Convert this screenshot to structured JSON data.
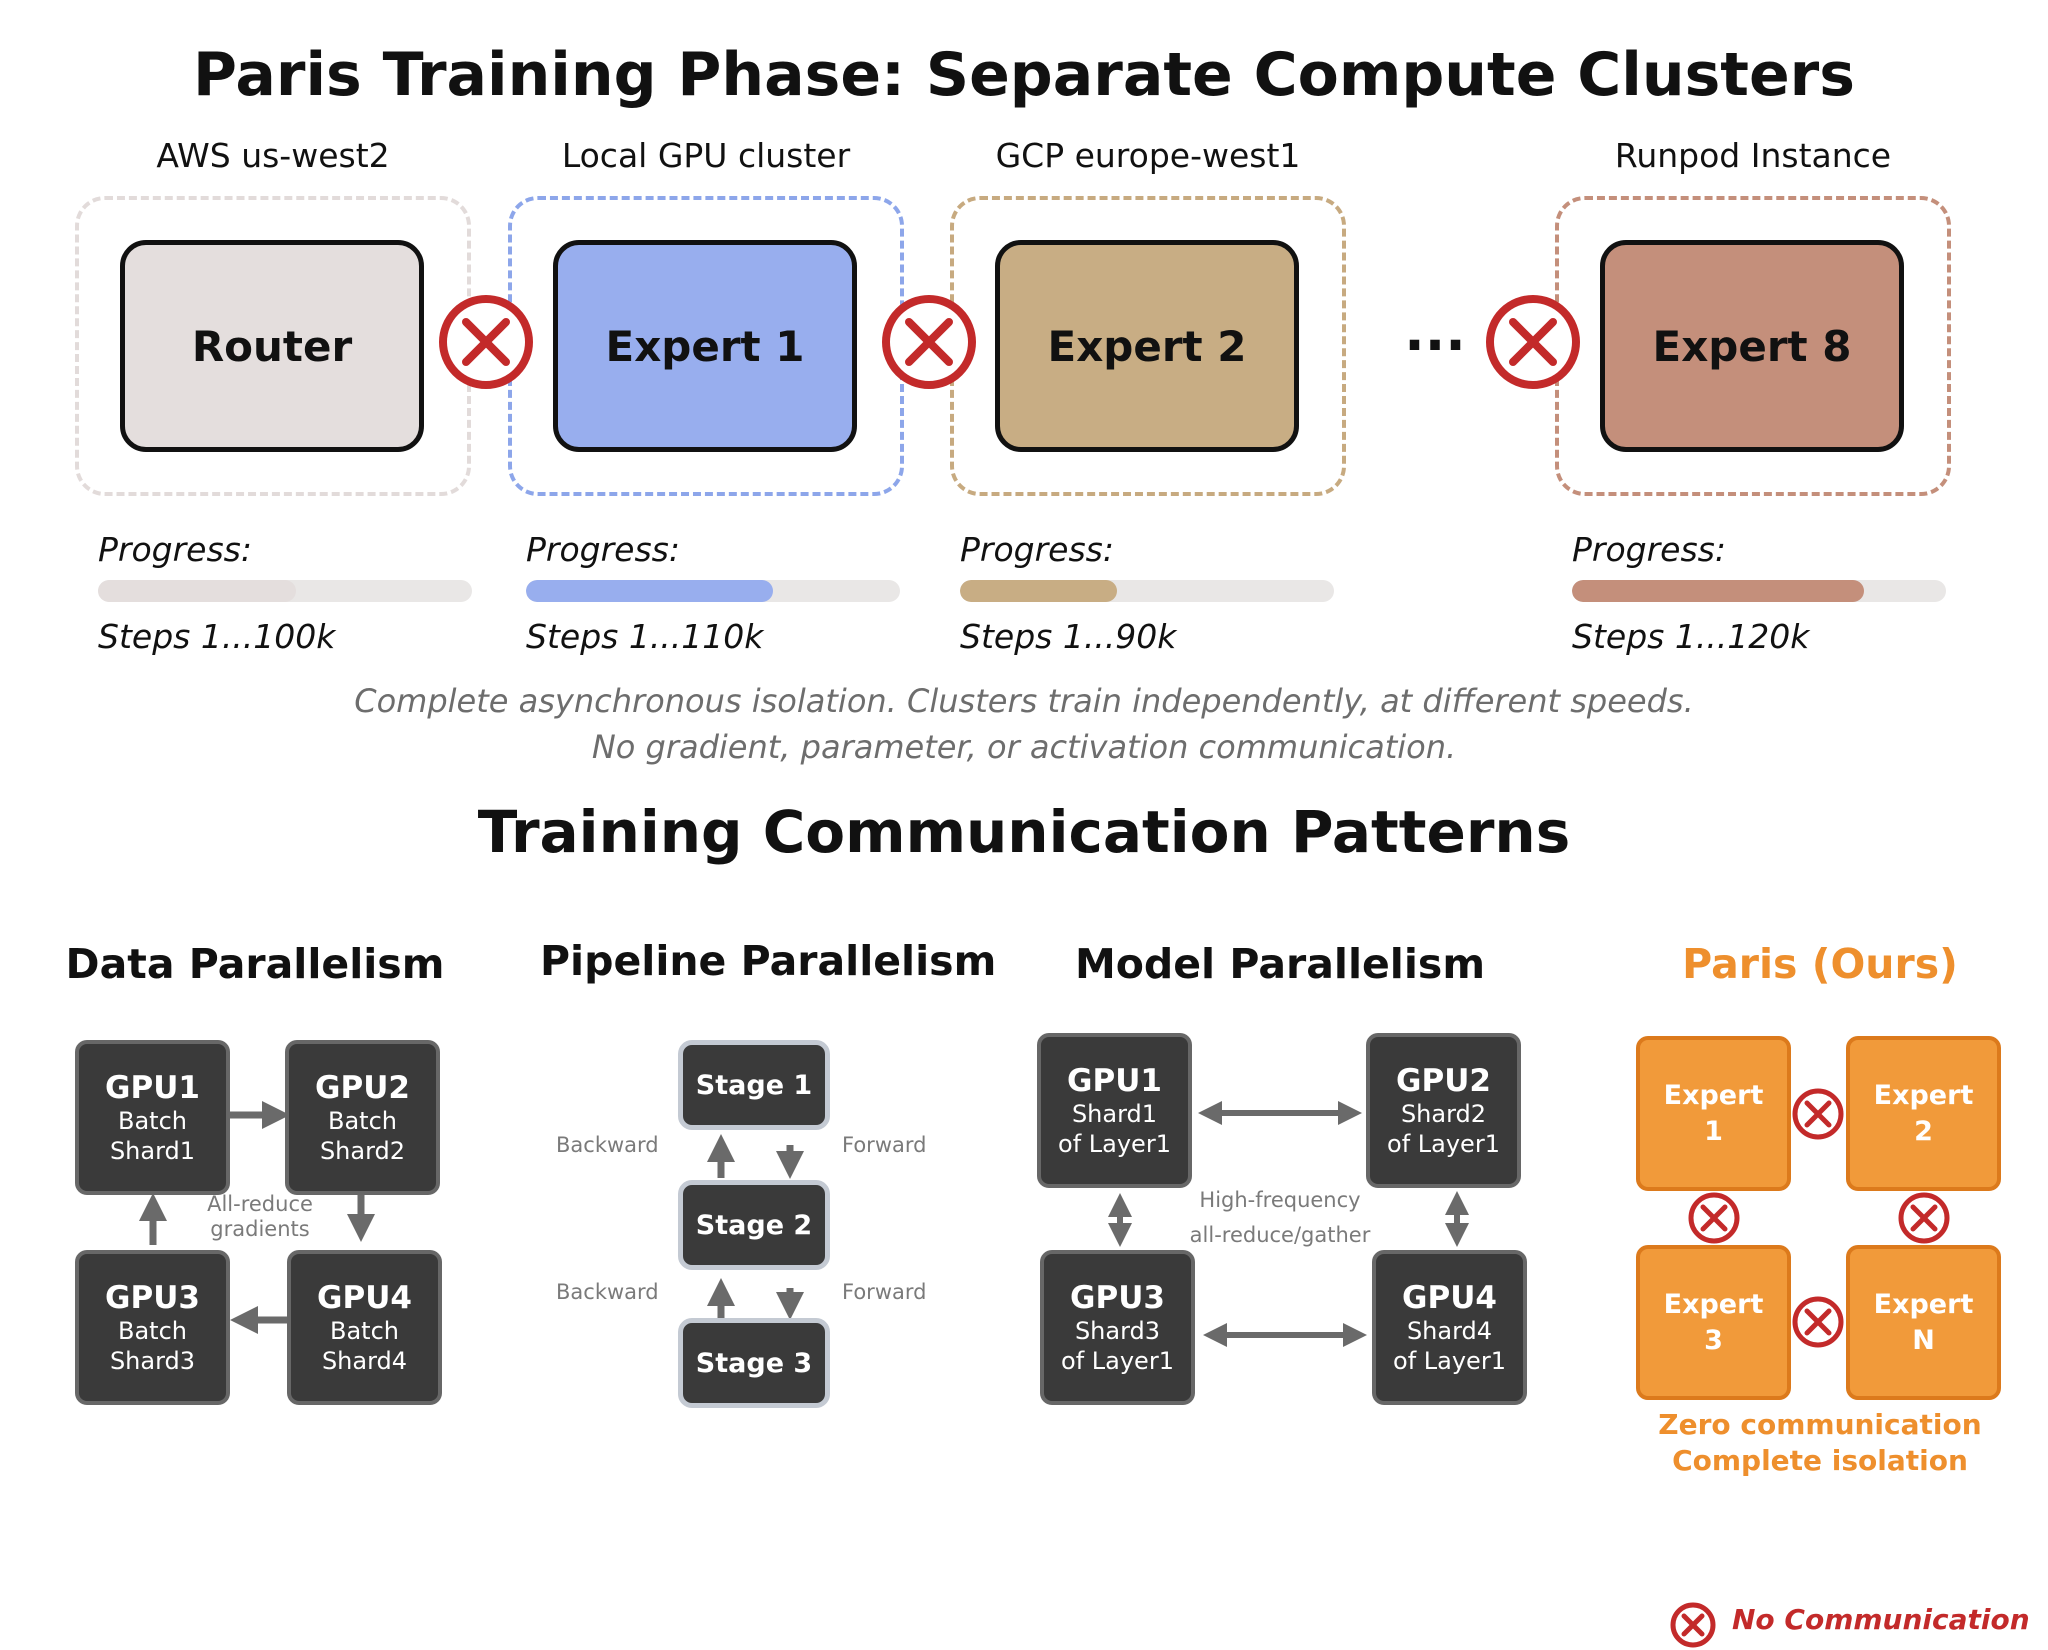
{
  "title": "Paris Training Phase: Separate Compute Clusters",
  "clusters": [
    {
      "label": "AWS us-west2",
      "node": "Router",
      "steps": "Steps 1...100k",
      "progress": 0.53,
      "color": "#e4dedd",
      "border": "#e2dbda",
      "fill": "#e4dedd"
    },
    {
      "label": "Local GPU cluster",
      "node": "Expert 1",
      "steps": "Steps 1...110k",
      "progress": 0.66,
      "color": "#98aeee",
      "border": "#8da6ea",
      "fill": "#98aeee"
    },
    {
      "label": "GCP europe-west1",
      "node": "Expert 2",
      "steps": "Steps 1...90k",
      "progress": 0.42,
      "color": "#c8ad84",
      "border": "#c7aa80",
      "fill": "#c8ad84"
    },
    {
      "label": "Runpod Instance",
      "node": "Expert 8",
      "steps": "Steps 1...120k",
      "progress": 0.78,
      "color": "#c48f7b",
      "border": "#c48f7b",
      "fill": "#c48f7b"
    }
  ],
  "progress_label": "Progress:",
  "ellipsis": "...",
  "note_lines": [
    "Complete asynchronous isolation. Clusters train independently, at different speeds.",
    "No gradient, parameter, or activation communication."
  ],
  "title2": "Training Communication Patterns",
  "data_parallel": {
    "title": "Data Parallelism",
    "gpus": [
      {
        "name": "GPU1",
        "sub": "Batch\nShard1"
      },
      {
        "name": "GPU2",
        "sub": "Batch\nShard2"
      },
      {
        "name": "GPU3",
        "sub": "Batch\nShard3"
      },
      {
        "name": "GPU4",
        "sub": "Batch\nShard4"
      }
    ],
    "center_label": "All-reduce\ngradients"
  },
  "pipeline_parallel": {
    "title": "Pipeline Parallelism",
    "stages": [
      "Stage 1",
      "Stage 2",
      "Stage 3"
    ],
    "backward": "Backward",
    "forward": "Forward"
  },
  "model_parallel": {
    "title": "Model Parallelism",
    "gpus": [
      {
        "name": "GPU1",
        "sub": "Shard1\nof Layer1"
      },
      {
        "name": "GPU2",
        "sub": "Shard2\nof Layer1"
      },
      {
        "name": "GPU3",
        "sub": "Shard3\nof Layer1"
      },
      {
        "name": "GPU4",
        "sub": "Shard4\nof Layer1"
      }
    ],
    "center_line1": "High-frequency",
    "center_line2": "all-reduce/gather"
  },
  "paris": {
    "title": "Paris (Ours)",
    "experts": [
      "Expert\n1",
      "Expert\n2",
      "Expert\n3",
      "Expert\nN"
    ],
    "line1": "Zero communication",
    "line2": "Complete isolation"
  },
  "legend": "No Communication",
  "colors": {
    "x_red": "#c32a2a",
    "arrow_gray": "#6a6a6a",
    "orange": "#ee8f2d"
  }
}
